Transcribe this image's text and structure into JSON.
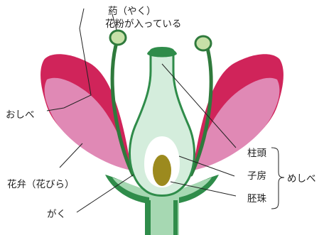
{
  "labels": {
    "anther": "葯（やく）",
    "anther_note": "花粉が入っている",
    "stamen": "おしべ",
    "petal": "花弁（花びら）",
    "sepal": "がく",
    "stigma": "柱頭",
    "ovary": "子房",
    "ovule": "胚珠",
    "pistil": "めしべ"
  },
  "colors": {
    "petal_outer": "#d0245a",
    "petal_inner": "#e089b5",
    "sepal": "#2f8c4a",
    "pistil_fill": "#d4eddc",
    "ovary_cavity": "#ffffff",
    "ovule": "#9c8a1e",
    "stamen": "#2f7a3c",
    "anther": "#c7e0a8"
  }
}
